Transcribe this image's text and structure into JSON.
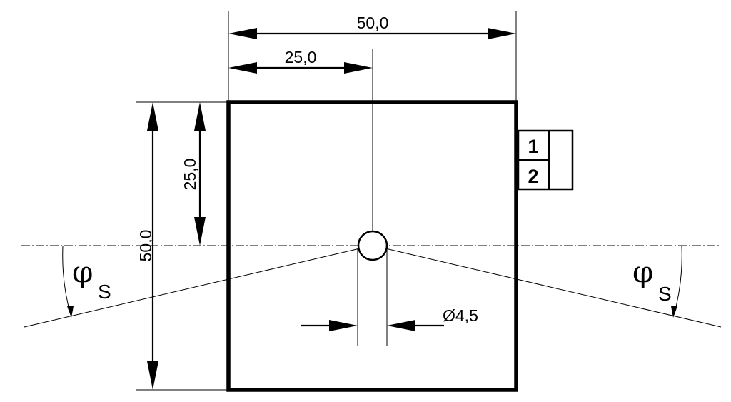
{
  "dimensions": {
    "overall_width": "50,0",
    "center_width": "25,0",
    "overall_height": "50,0",
    "center_height": "25,0",
    "hole_diameter": "Ø4,5"
  },
  "angle": {
    "symbol": "φ",
    "subscript": "S"
  },
  "terminals": [
    "1",
    "2"
  ]
}
